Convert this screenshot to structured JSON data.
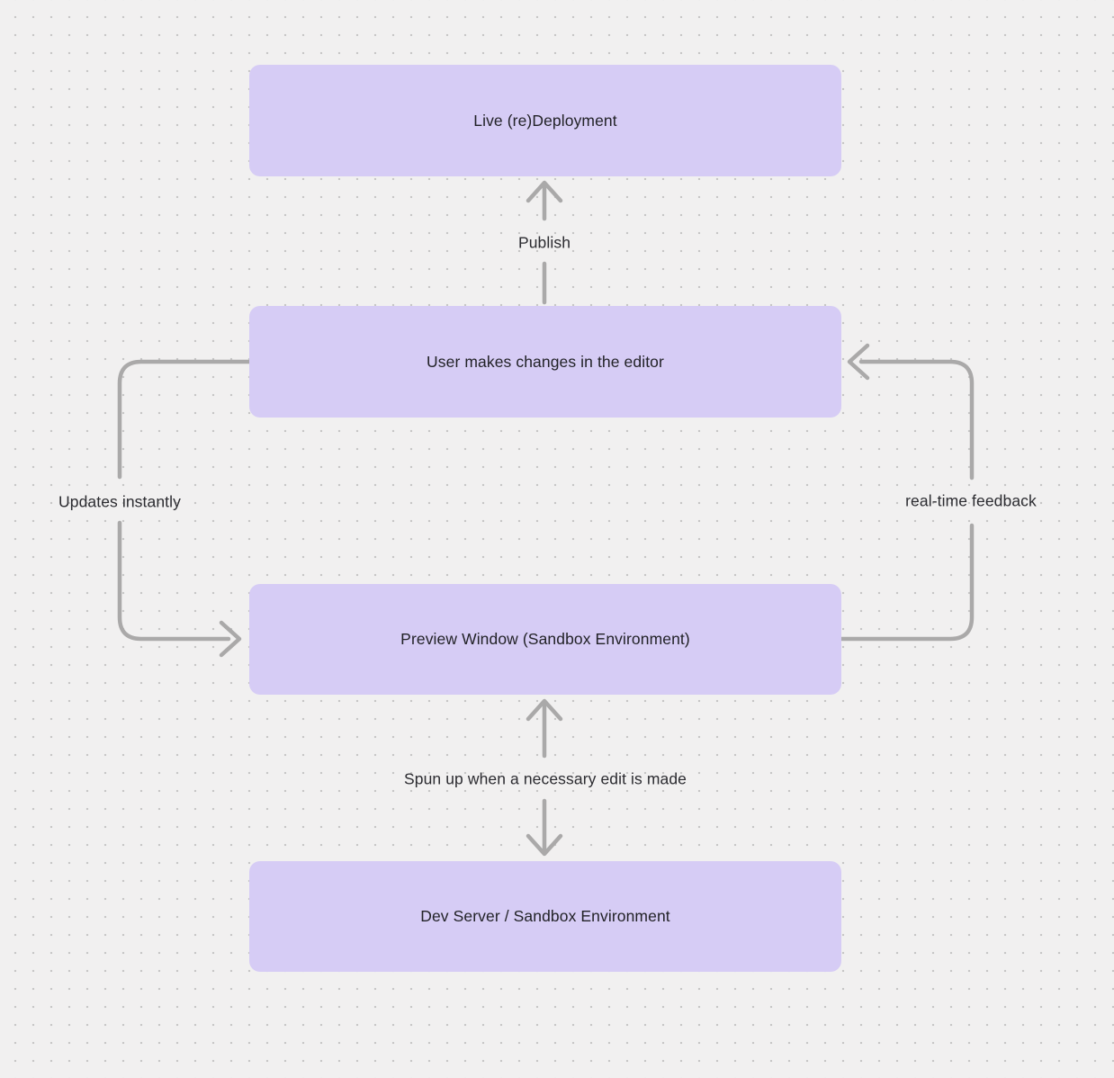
{
  "diagram": {
    "nodes": [
      {
        "id": "live-redeployment",
        "label": "Live (re)Deployment"
      },
      {
        "id": "user-editor",
        "label": "User makes changes in the editor"
      },
      {
        "id": "preview-window",
        "label": "Preview Window (Sandbox Environment)"
      },
      {
        "id": "dev-server",
        "label": "Dev Server / Sandbox Environment"
      }
    ],
    "edges": [
      {
        "label": "Publish",
        "from": "User makes changes in the editor",
        "to": "Live (re)Deployment",
        "direction": "up"
      },
      {
        "label": "Updates instantly",
        "from": "User makes changes in the editor",
        "to": "Preview Window (Sandbox Environment)",
        "direction": "down-left-loop"
      },
      {
        "label": "real-time feedback",
        "from": "Preview Window (Sandbox Environment)",
        "to": "User makes changes in the editor",
        "direction": "up-right-loop"
      },
      {
        "label": "Spun up when a necessary edit is made",
        "from": "Dev Server / Sandbox Environment",
        "to": "Preview Window (Sandbox Environment)",
        "direction": "both"
      }
    ],
    "colors": {
      "node_fill": "#d6ccf5",
      "node_text": "#222227",
      "edge_stroke": "#aaa9a9",
      "edge_label_text": "#2b2b30",
      "canvas_background": "#f1f0f0",
      "canvas_dot": "#c7c6c6"
    }
  }
}
